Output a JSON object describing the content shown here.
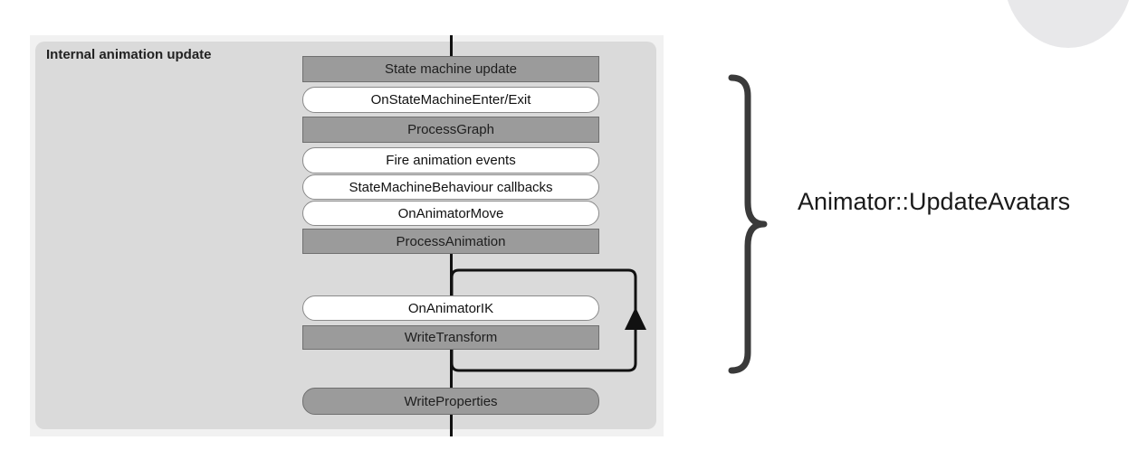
{
  "panel": {
    "title": "Internal animation update"
  },
  "steps": [
    {
      "label": "State machine update",
      "kind": "stage"
    },
    {
      "label": "OnStateMachineEnter/Exit",
      "kind": "callback"
    },
    {
      "label": "ProcessGraph",
      "kind": "stage"
    },
    {
      "label": "Fire animation events",
      "kind": "callback"
    },
    {
      "label": "StateMachineBehaviour callbacks",
      "kind": "callback"
    },
    {
      "label": "OnAnimatorMove",
      "kind": "callback"
    },
    {
      "label": "ProcessAnimation",
      "kind": "stage"
    },
    {
      "label": "OnAnimatorIK",
      "kind": "callback"
    },
    {
      "label": "WriteTransform",
      "kind": "stage"
    },
    {
      "label": "WriteProperties",
      "kind": "final"
    }
  ],
  "loop": {
    "repeats_steps": [
      "OnAnimatorIK",
      "WriteTransform"
    ],
    "arrow_direction": "up"
  },
  "brace": {
    "label": "Animator::UpdateAvatars"
  },
  "colors": {
    "stage_fill": "#9b9b9b",
    "callback_fill": "#ffffff",
    "panel_fill": "#dadada",
    "line": "#111111",
    "brace": "#3a3a3a"
  }
}
